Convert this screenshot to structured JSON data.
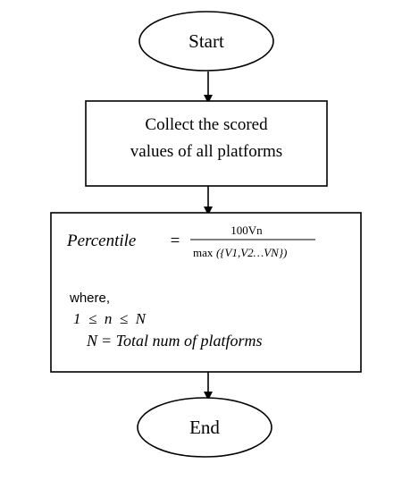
{
  "flowchart": {
    "start": {
      "label": "Start"
    },
    "collect": {
      "line1": "Collect the scored",
      "line2": "values of all platforms"
    },
    "formula": {
      "lhs": "Percentile",
      "equals": "=",
      "numerator": "100Vn",
      "denominator_func": "max",
      "denominator_args": "({V1,V2…VN})",
      "where_label": "where,",
      "constraint": "1  ≤  n  ≤  N",
      "definition_lhs": "N",
      "definition_rhs": "= Total num of platforms"
    },
    "end": {
      "label": "End"
    }
  }
}
